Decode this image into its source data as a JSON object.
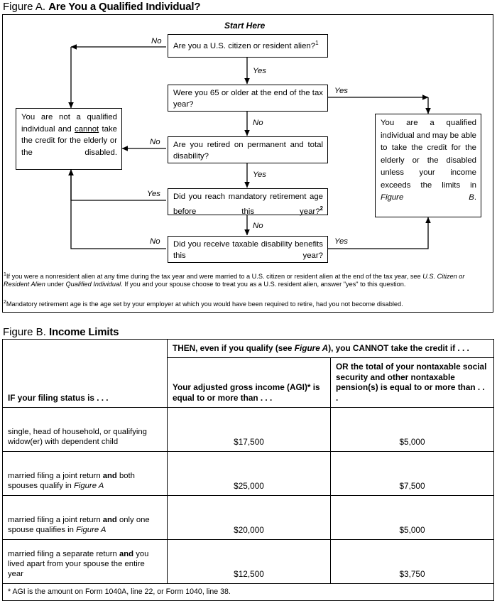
{
  "figure_a": {
    "label": "Figure A.",
    "title": "Are You a Qualified Individual?",
    "start_here": "Start Here",
    "boxes": {
      "q1": "Are you a U.S. citizen or resident alien?",
      "q1_sup": "1",
      "q2": "Were you 65 or older at the end of the tax year?",
      "q3": "Are you retired on permanent and total disability?",
      "q4": "Did you reach mandatory retirement age before this year?",
      "q4_sup": "2",
      "q5": "Did you receive taxable disability benefits this year?",
      "not_qualified_a": "You are not a qualified individual and ",
      "not_qualified_b": "cannot",
      "not_qualified_c": " take the credit for the elderly or the disabled.",
      "qualified_a": "You are a qualified individual and may be able to take the credit for the elderly or the disabled unless your income exceeds the limits in ",
      "qualified_b": "Figure B",
      "qualified_c": "."
    },
    "edges": {
      "q1_no": "No",
      "q1_yes": "Yes",
      "q2_yes": "Yes",
      "q2_no": "No",
      "q3_no": "No",
      "q3_yes": "Yes",
      "q4_yes": "Yes",
      "q4_no": "No",
      "q5_no": "No",
      "q5_yes": "Yes"
    },
    "footnotes": [
      {
        "marker": "1",
        "p1": "If you were a nonresident alien at any time during the tax year and were married to a U.S. citizen or resident alien at the end of the tax year, see ",
        "i1": "U.S. Citizen or Resident Alien",
        "p2": " under ",
        "i2": "Qualified Individual",
        "p3": ". If you and your spouse choose to treat you as a U.S. resident alien, answer \"yes\" to this question."
      },
      {
        "marker": "2",
        "p1": "Mandatory retirement age is the age set by your employer at which you would have been required to retire, had you not become disabled.",
        "i1": "",
        "p2": "",
        "i2": "",
        "p3": ""
      }
    ]
  },
  "figure_b": {
    "label": "Figure B.",
    "title": "Income Limits",
    "header_span_a": "THEN, even if you qualify (see ",
    "header_span_italic": "Figure A",
    "header_span_b": "), you CANNOT take the credit if . . .",
    "col1_header": "IF your filing status is . . .",
    "col2_header": "Your adjusted gross income (AGI)* is equal to or more than . . .",
    "col3_header": "OR the total of your nontaxable social security and other nontaxable pension(s) is equal to or more than . . .",
    "rows": [
      {
        "status_plain": "single, head of household, or qualifying widow(er) with dependent child",
        "status_bold": "",
        "status_tail": "",
        "status_italic": "",
        "agi": "$17,500",
        "nontaxable": "$5,000"
      },
      {
        "status_plain": "married filing a joint return ",
        "status_bold": "and",
        "status_tail": " both spouses qualify in ",
        "status_italic": "Figure A",
        "agi": "$25,000",
        "nontaxable": "$7,500"
      },
      {
        "status_plain": "married filing a joint return ",
        "status_bold": "and",
        "status_tail": " only one spouse qualifies in ",
        "status_italic": "Figure A",
        "agi": "$20,000",
        "nontaxable": "$5,000"
      },
      {
        "status_plain": "married filing a separate return ",
        "status_bold": "and",
        "status_tail": " you lived apart from your spouse the entire year",
        "status_italic": "",
        "agi": "$12,500",
        "nontaxable": "$3,750"
      }
    ],
    "footnote": "* AGI is the amount on Form 1040A, line 22, or Form 1040, line 38."
  }
}
